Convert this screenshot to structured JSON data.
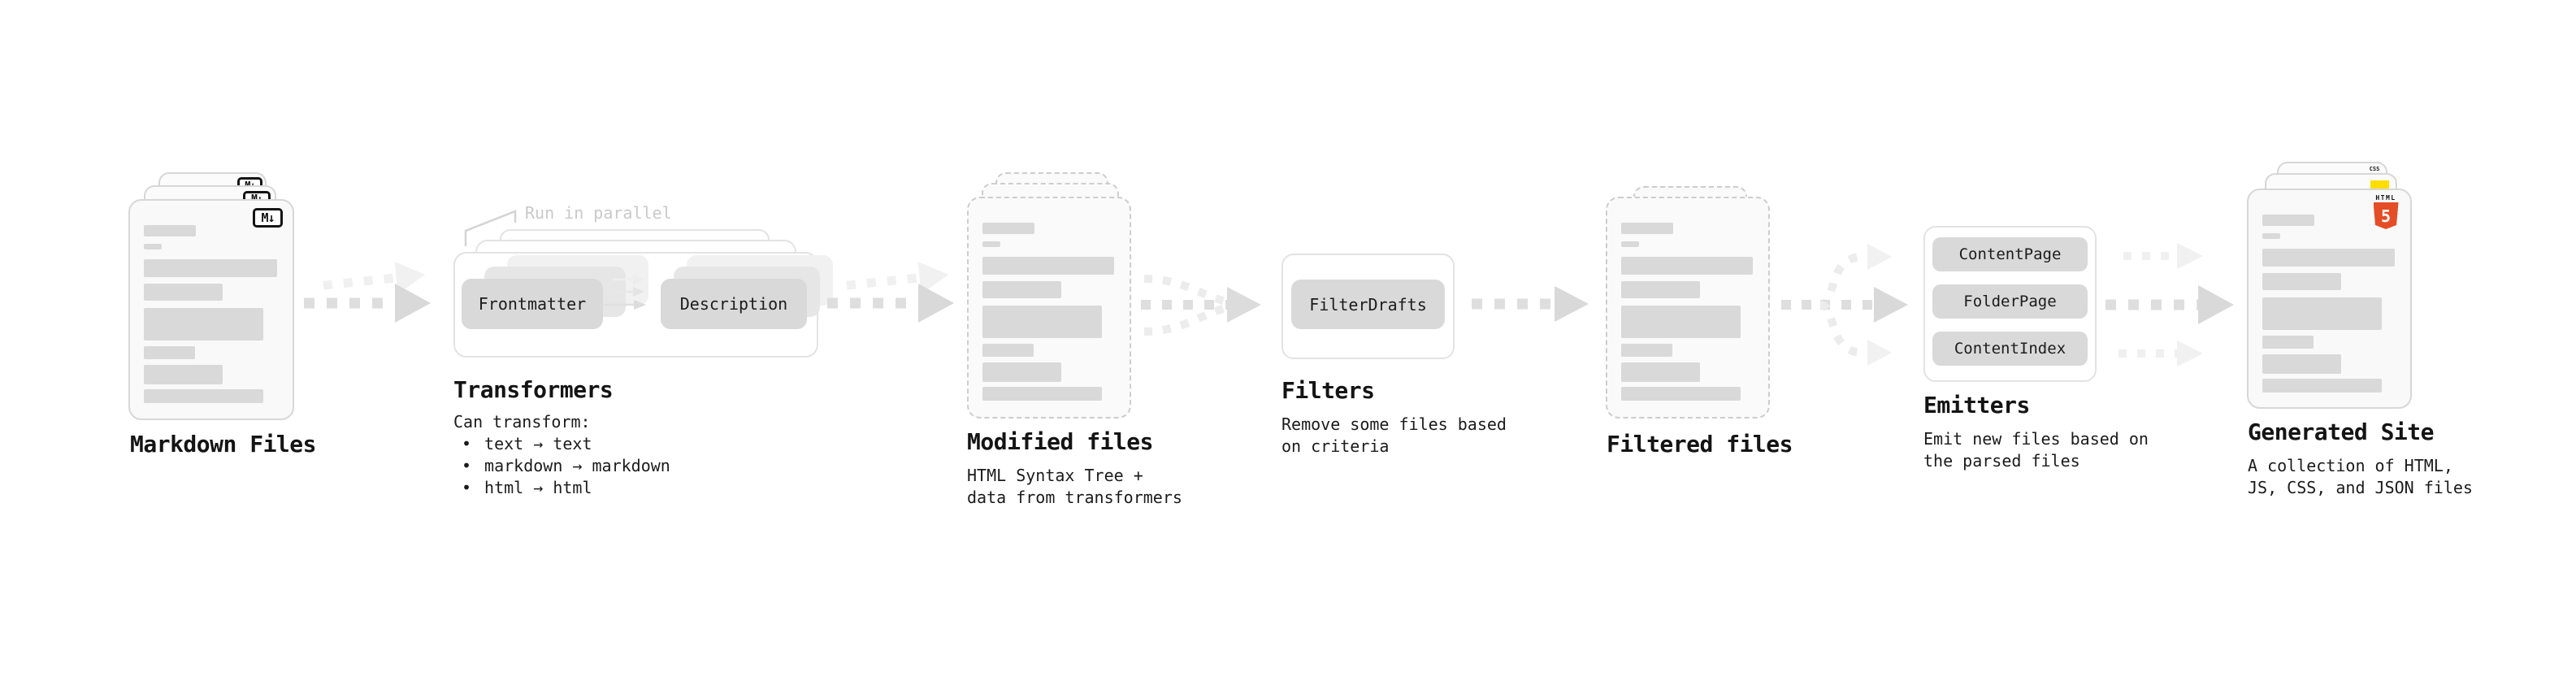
{
  "stages": {
    "markdown_files": {
      "label": "Markdown Files"
    },
    "transformers": {
      "label": "Transformers",
      "annotation": "Run in parallel",
      "node_a": "Frontmatter",
      "node_b": "Description",
      "desc_heading": "Can transform:",
      "bullets": [
        "text → text",
        "markdown → markdown",
        "html → html"
      ]
    },
    "modified_files": {
      "label": "Modified files",
      "desc": [
        "HTML Syntax Tree +",
        "data from transformers"
      ]
    },
    "filters": {
      "label": "Filters",
      "node": "FilterDrafts",
      "desc": [
        "Remove some files based",
        "on criteria"
      ]
    },
    "filtered_files": {
      "label": "Filtered files"
    },
    "emitters": {
      "label": "Emitters",
      "nodes": [
        "ContentPage",
        "FolderPage",
        "ContentIndex"
      ],
      "desc": [
        "Emit new files based on",
        "the parsed files"
      ]
    },
    "generated_site": {
      "label": "Generated Site",
      "desc": [
        "A collection of HTML,",
        "JS, CSS, and JSON files"
      ]
    }
  },
  "icons": {
    "markdown_badge": "M↓",
    "html5_label": "HTML",
    "html5_number": "5",
    "css_label": "CSS"
  },
  "ui": {
    "bullet": "•"
  },
  "colors": {
    "doc_border": "#d7d7d7",
    "dashed_border": "#cdcdcd",
    "skeleton_bar": "#d9d9d9",
    "pill_fill": "#d9d9d9",
    "arrow": "#dadada",
    "arrow_ghost": "#efefef",
    "annotation_gray": "#c9c9c9",
    "html5_orange": "#e44d26",
    "js_yellow": "#ffdd00",
    "css_blue": "#2962ff",
    "text": "#1b1b1b"
  }
}
